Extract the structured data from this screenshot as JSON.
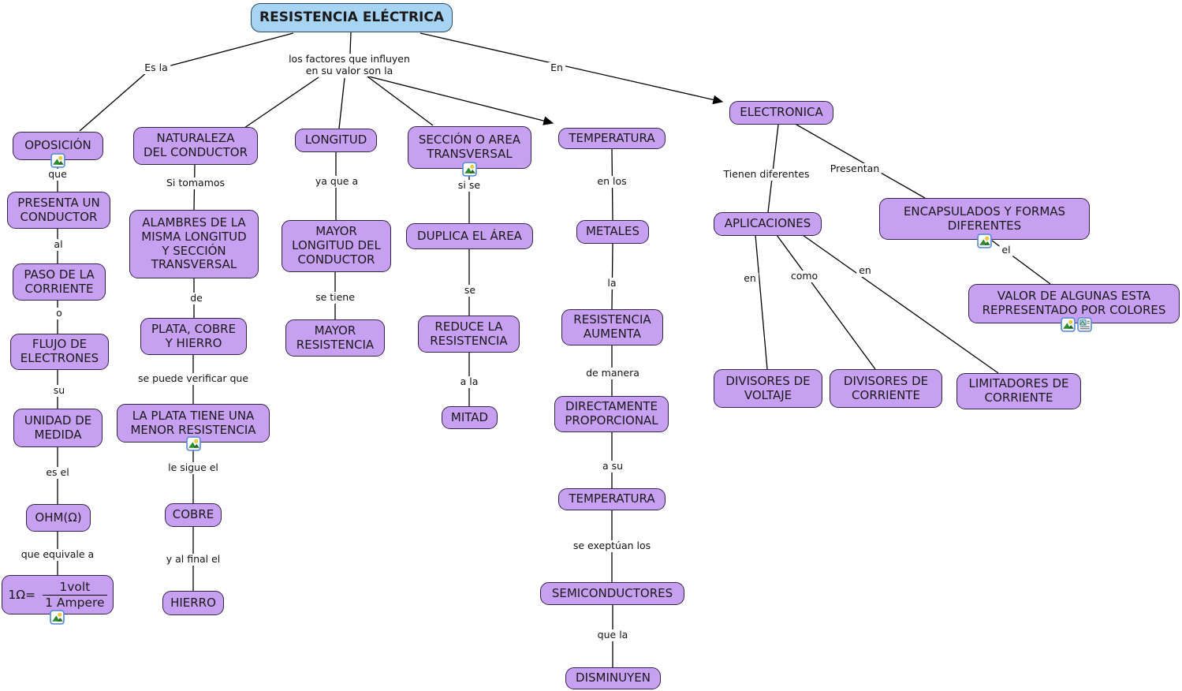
{
  "colors": {
    "node_fill": "#c7a0f2",
    "node_border": "#332347",
    "title_fill": "#a8d4f4",
    "title_border": "#27496b",
    "line": "#000000",
    "label_color": "#111111",
    "text": "#1a1a1a"
  },
  "icons": {
    "image_resource": "picture-icon",
    "document_resource": "document-icon"
  },
  "nodes": [
    {
      "id": "title",
      "label": "RESISTENCIA ELÉCTRICA"
    },
    {
      "id": "oposicion",
      "label": "OPOSICIÓN"
    },
    {
      "id": "presenta-un-conductor",
      "label": "PRESENTA UN\nCONDUCTOR"
    },
    {
      "id": "paso-de-la-corriente",
      "label": "PASO DE LA\nCORRIENTE"
    },
    {
      "id": "flujo-de-electrones",
      "label": "FLUJO DE\nELECTRONES"
    },
    {
      "id": "unidad-de-medida",
      "label": "UNIDAD DE\nMEDIDA"
    },
    {
      "id": "ohm",
      "label": "OHM(Ω)"
    },
    {
      "id": "formula",
      "label": "1Ω= 1volt / 1 Ampere"
    },
    {
      "id": "naturaleza",
      "label": "NATURALEZA\nDEL CONDUCTOR"
    },
    {
      "id": "alambres",
      "label": "ALAMBRES DE LA\nMISMA LONGITUD\nY SECCIÓN\nTRANSVERSAL"
    },
    {
      "id": "plata-cobre-hierro",
      "label": "PLATA, COBRE\nY HIERRO"
    },
    {
      "id": "la-plata-menor",
      "label": "LA PLATA TIENE UNA\nMENOR RESISTENCIA"
    },
    {
      "id": "cobre",
      "label": "COBRE"
    },
    {
      "id": "hierro",
      "label": "HIERRO"
    },
    {
      "id": "longitud",
      "label": "LONGITUD"
    },
    {
      "id": "mayor-longitud",
      "label": "MAYOR\nLONGITUD DEL\nCONDUCTOR"
    },
    {
      "id": "mayor-resistencia",
      "label": "MAYOR\nRESISTENCIA"
    },
    {
      "id": "seccion",
      "label": "SECCIÓN O AREA\nTRANSVERSAL"
    },
    {
      "id": "duplica",
      "label": "DUPLICA EL ÁREA"
    },
    {
      "id": "reduce",
      "label": "REDUCE LA\nRESISTENCIA"
    },
    {
      "id": "mitad",
      "label": "MITAD"
    },
    {
      "id": "temperatura",
      "label": "TEMPERATURA"
    },
    {
      "id": "metales",
      "label": "METALES"
    },
    {
      "id": "resistencia-aumenta",
      "label": "RESISTENCIA\nAUMENTA"
    },
    {
      "id": "directamente",
      "label": "DIRECTAMENTE\nPROPORCIONAL"
    },
    {
      "id": "temperatura-2",
      "label": "TEMPERATURA"
    },
    {
      "id": "semiconductores",
      "label": "SEMICONDUCTORES"
    },
    {
      "id": "disminuyen",
      "label": "DISMINUYEN"
    },
    {
      "id": "electronica",
      "label": "ELECTRONICA"
    },
    {
      "id": "aplicaciones",
      "label": "APLICACIONES"
    },
    {
      "id": "encapsulados",
      "label": "ENCAPSULADOS Y FORMAS\nDIFERENTES"
    },
    {
      "id": "valor-colores",
      "label": "VALOR DE ALGUNAS ESTA\nREPRESENTADO POR COLORES"
    },
    {
      "id": "divisores-voltaje",
      "label": "DIVISORES DE\nVOLTAJE"
    },
    {
      "id": "divisores-corriente",
      "label": "DIVISORES DE\nCORRIENTE"
    },
    {
      "id": "limitadores",
      "label": "LIMITADORES DE\nCORRIENTE"
    }
  ],
  "formula": {
    "lhs": "1Ω=",
    "numerator": "1volt",
    "denominator": "1 Ampere"
  },
  "edge_labels": [
    {
      "text": "Es la"
    },
    {
      "text": "los factores que influyen\nen su valor son la"
    },
    {
      "text": "En"
    },
    {
      "text": "que"
    },
    {
      "text": "al"
    },
    {
      "text": "o"
    },
    {
      "text": "su"
    },
    {
      "text": "es el"
    },
    {
      "text": "que equivale a"
    },
    {
      "text": "Si tomamos"
    },
    {
      "text": "de"
    },
    {
      "text": "se puede verificar que"
    },
    {
      "text": "le sigue el"
    },
    {
      "text": "y al final el"
    },
    {
      "text": "ya que a"
    },
    {
      "text": "se tiene"
    },
    {
      "text": "si se"
    },
    {
      "text": "se"
    },
    {
      "text": "a la"
    },
    {
      "text": "en los"
    },
    {
      "text": "la"
    },
    {
      "text": "de manera"
    },
    {
      "text": "a su"
    },
    {
      "text": "se exeptúan los"
    },
    {
      "text": "que la"
    },
    {
      "text": "Tienen diferentes"
    },
    {
      "text": "Presentan"
    },
    {
      "text": "el"
    },
    {
      "text": "en"
    },
    {
      "text": "como"
    },
    {
      "text": "en"
    }
  ]
}
